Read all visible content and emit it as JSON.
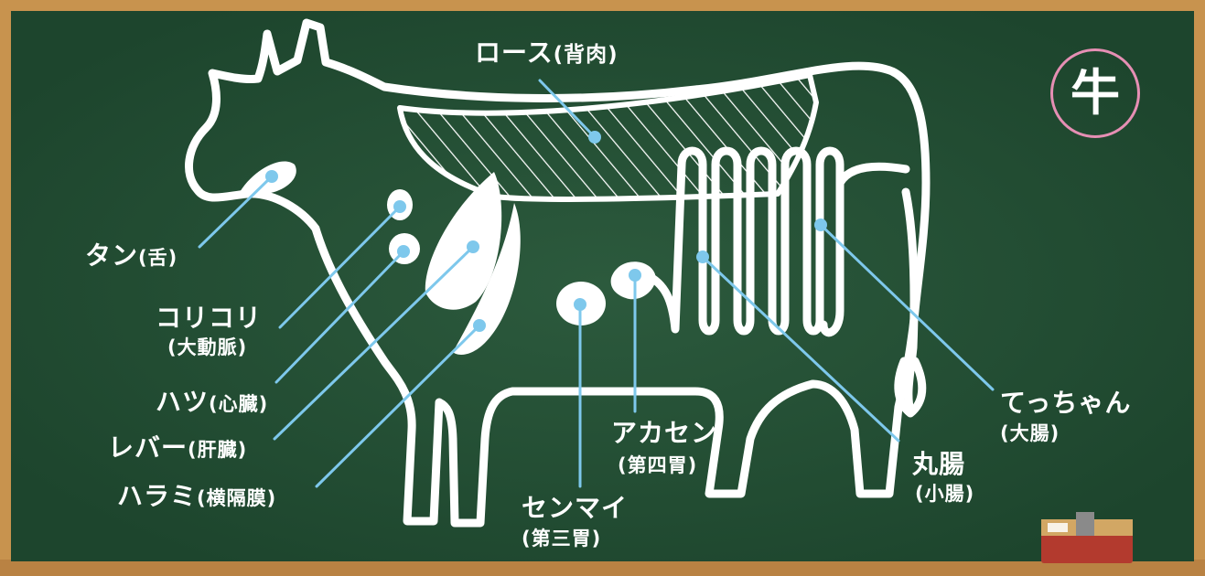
{
  "title_badge": "牛",
  "colors": {
    "board": "#1f4a30",
    "frame": "#c8934e",
    "chalk": "#ffffff",
    "leader": "#7ec8ec",
    "badge_ring": "#e68fb4"
  },
  "labels": {
    "rose": {
      "main": "ロース",
      "sub": "(背肉)"
    },
    "tan": {
      "main": "タン",
      "sub": "(舌)"
    },
    "korikori": {
      "main": "コリコリ",
      "sub": "(大動脈)"
    },
    "hatsu": {
      "main": "ハツ",
      "sub": "(心臓)"
    },
    "reba": {
      "main": "レバー",
      "sub": "(肝臓)"
    },
    "harami": {
      "main": "ハラミ",
      "sub": "(横隔膜)"
    },
    "senmai": {
      "main": "センマイ",
      "sub": "(第三胃)"
    },
    "akasen": {
      "main": "アカセン",
      "sub": "(第四胃)"
    },
    "marucho": {
      "main": "丸腸",
      "sub": "(小腸)"
    },
    "tetchan": {
      "main": "てっちゃん",
      "sub": "(大腸)"
    }
  }
}
